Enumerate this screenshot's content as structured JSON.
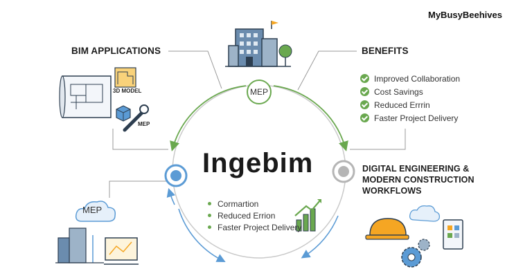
{
  "brand": "MyBusyBeehives",
  "center": {
    "title": "Ingebim",
    "top_label": "MEP",
    "items": [
      "Cormartion",
      "Reduced Errion",
      "Faster Project Delivery"
    ]
  },
  "bim_applications": {
    "title": "BIM APPLICATIONS",
    "model_label": "3D MODEL",
    "mep_label": "MEP"
  },
  "benefits": {
    "title": "BENEFITS",
    "items": [
      "Improved Collaboration",
      "Cost Savings",
      "Reduced Errrin",
      "Faster Project Delivery"
    ]
  },
  "digital": {
    "lines": [
      "DIGITAL ENGINEERING &",
      "MODERN CONSTRUCTION",
      "WORKFLOWS"
    ]
  },
  "cloud_label": "MEP",
  "colors": {
    "green": "#6aa84f",
    "blue": "#5b9bd5",
    "gray": "#b5b5b5",
    "helmet": "#f5a623"
  },
  "icons": [
    "building-icon",
    "blueprint-icon",
    "cube-icon",
    "wrench-icon",
    "cloud-icon",
    "monitor-chart-icon",
    "growth-chart-icon",
    "hardhat-icon",
    "gear-icon",
    "tablet-icon",
    "check-icon"
  ]
}
